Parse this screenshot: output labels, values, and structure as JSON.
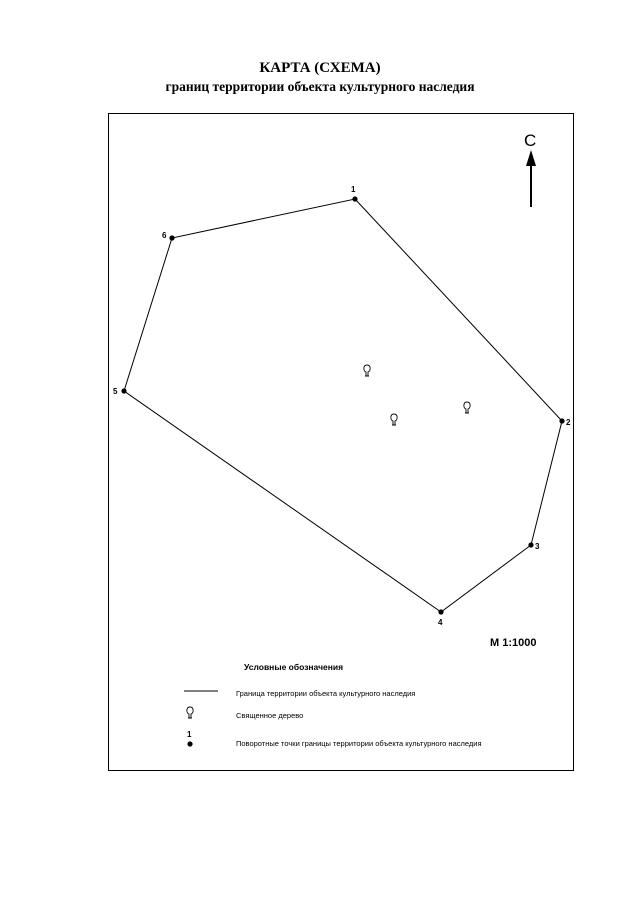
{
  "header": {
    "title": "КАРТА (СХЕМА)",
    "subtitle": "границ территории объекта культурного наследия"
  },
  "map": {
    "north_label": "С",
    "scale_text": "М  1:1000",
    "boundary_points": [
      {
        "label": "1"
      },
      {
        "label": "2"
      },
      {
        "label": "3"
      },
      {
        "label": "4"
      },
      {
        "label": "5"
      },
      {
        "label": "6"
      }
    ],
    "trees_icon": "tree-icon"
  },
  "legend": {
    "title": "Условные обозначения",
    "items": [
      {
        "icon": "boundary-line",
        "label": "Граница территории объекта культурного наследия"
      },
      {
        "icon": "tree-icon",
        "label": "Священное дерево"
      },
      {
        "icon": "turning-point-icon",
        "number": "1",
        "label": "Поворотные точки границы территории объекта культурного наследия"
      }
    ]
  }
}
